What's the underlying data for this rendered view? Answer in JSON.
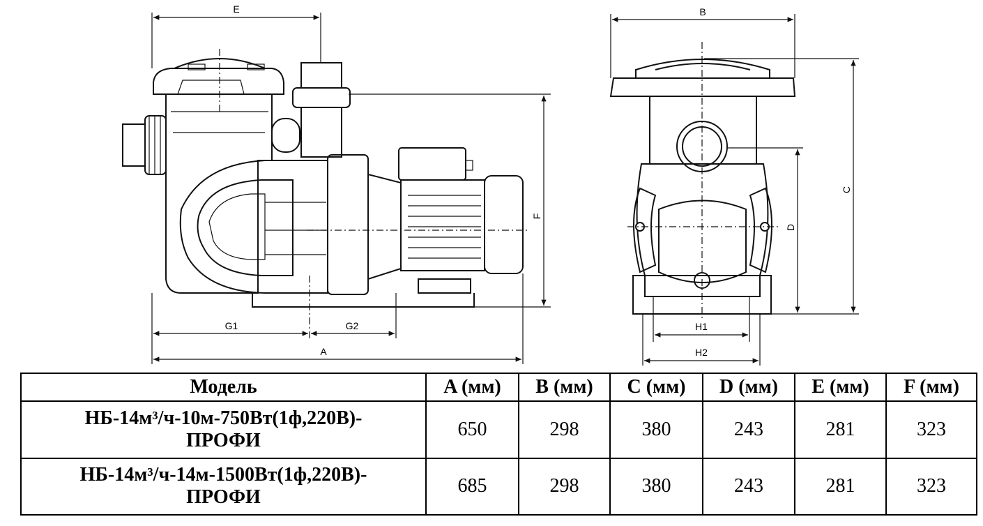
{
  "drawing": {
    "labels": {
      "E": "E",
      "F": "F",
      "G1": "G1",
      "G2": "G2",
      "A": "A",
      "B": "B",
      "C": "C",
      "D": "D",
      "H1": "H1",
      "H2": "H2"
    }
  },
  "table": {
    "headers": [
      "Модель",
      "A (мм)",
      "B (мм)",
      "C (мм)",
      "D (мм)",
      "E (мм)",
      "F (мм)"
    ],
    "rows": [
      {
        "model_line1": "НБ-14м³/ч-10м-750Вт(1ф,220В)-",
        "model_line2": "ПРОФИ",
        "A": "650",
        "B": "298",
        "C": "380",
        "D": "243",
        "E": "281",
        "F": "323"
      },
      {
        "model_line1": "НБ-14м³/ч-14м-1500Вт(1ф,220В)-",
        "model_line2": "ПРОФИ",
        "A": "685",
        "B": "298",
        "C": "380",
        "D": "243",
        "E": "281",
        "F": "323"
      }
    ]
  }
}
